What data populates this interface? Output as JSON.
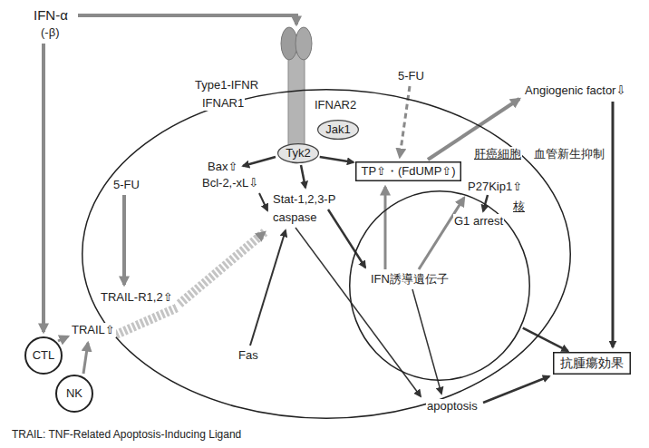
{
  "diagram": {
    "nodes": [
      {
        "text": [
          "肝癌細胞"
        ]
      },
      {
        "text": [
          "Jak1"
        ],
        "in": 0
      },
      {
        "text": [
          "Tyk2"
        ],
        "in": 0
      },
      {
        "text": [
          "TP⇧・(FdUMP⇧)"
        ],
        "in": 0
      },
      {
        "text": [
          "核"
        ],
        "in": 0
      },
      {
        "text": [
          "抗腫瘍効果"
        ]
      },
      {
        "text": [
          "CTL"
        ]
      },
      {
        "text": [
          "NK"
        ]
      }
    ],
    "edges": [
      {
        "from": 2,
        "to": 3,
        "arrow": "to"
      },
      {
        "from": 4,
        "to": 5,
        "arrow": "to"
      }
    ],
    "labels": [
      "IFN-α",
      "(-β)",
      "Type1-IFNR",
      "5-FU",
      "IFNAR1",
      "IFNAR2",
      "Angiogenic factor⇩",
      "Bax⇧",
      "Bcl-2,-xL⇩",
      "5-FU",
      "Stat-1,2,3-P",
      "caspase",
      "P27Kip1⇧",
      "血管新生抑制",
      "G1 arrest",
      "TRAIL-R1,2⇧",
      "IFN誘導遺伝子",
      "TRAIL⇧",
      "Fas",
      "apoptosis",
      "TRAIL: TNF-Related Apoptosis-Inducing Ligand"
    ]
  }
}
